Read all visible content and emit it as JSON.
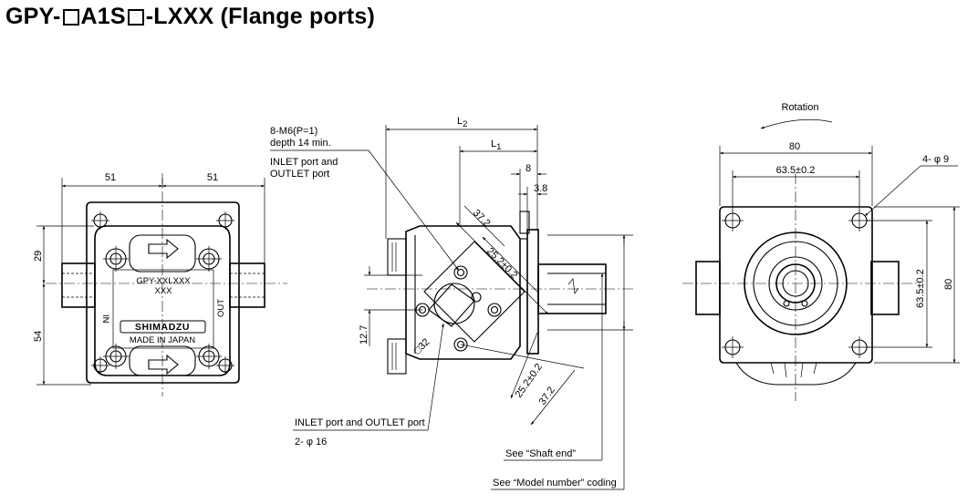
{
  "title": {
    "part1": "GPY-",
    "part2": "A1S",
    "part3": "-LXXX (Flange ports)"
  },
  "front_view": {
    "dim_width_left": "51",
    "dim_width_right": "51",
    "dim_height_top": "29",
    "dim_height_bottom": "54",
    "nameplate_model": "GPY-XXLXXX",
    "nameplate_code": "XXX",
    "port_in": "IN",
    "port_out": "OUT",
    "brand": "SHIMADZU",
    "made_in": "MADE IN JAPAN"
  },
  "side_view": {
    "dim_l2": "L",
    "dim_l2_sub": "2",
    "dim_l1": "L",
    "dim_l1_sub": "1",
    "dim_8": "8",
    "dim_3_8": "3.8",
    "dim_37_2_top": "37.2",
    "dim_25_2_top": "25.2±0.2",
    "dim_25_2_bottom": "25.2±0.2",
    "dim_37_2_bottom": "37.2",
    "dim_12_7": "12.7",
    "dim_square_32": "□32",
    "note_thread_1": "8-M6(P=1)",
    "note_thread_2": "depth 14 min.",
    "note_ports_1": "INLET port and",
    "note_ports_2": "OUTLET port",
    "note_ports_bottom": "INLET port and OUTLET port",
    "note_dia_16": "2- φ 16",
    "note_shaft_end": "See “Shaft end”",
    "note_model_number": "See “Model number” coding"
  },
  "end_view": {
    "rotation": "Rotation",
    "dim_80_top": "80",
    "dim_63_5_top": "63.5±0.2",
    "dim_holes": "4- φ 9",
    "dim_63_5_side": "63.5±0.2",
    "dim_80_side": "80"
  }
}
